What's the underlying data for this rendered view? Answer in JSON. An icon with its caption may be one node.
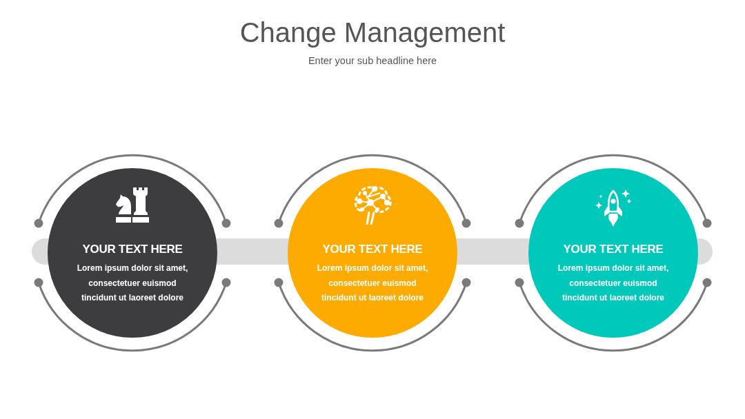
{
  "diagram": {
    "title": "Change Management",
    "nodes": [
      {
        "text": [
          "YOUR TEXT HERE",
          "Lorem ipsum dolor sit amet, consectetuer euismod tincidunt ut laoreet dolore"
        ]
      },
      {
        "text": [
          "YOUR TEXT HERE",
          "Lorem ipsum dolor sit amet, consectetuer euismod tincidunt ut laoreet dolore"
        ]
      },
      {
        "text": [
          "YOUR TEXT HERE",
          "Lorem ipsum dolor sit amet, consectetuer euismod tincidunt ut laoreet dolore"
        ]
      }
    ],
    "labels": [
      "Enter your sub headline here"
    ]
  }
}
